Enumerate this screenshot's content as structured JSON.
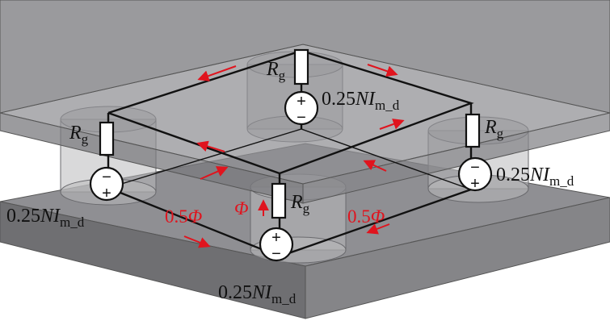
{
  "colors": {
    "plate_top": "#8f8f93",
    "plate_side": "#7d7d80",
    "wire": "#111111",
    "flux_arrow": "#e0141e"
  },
  "gap_resistor": {
    "symbol": "R",
    "sub": "g"
  },
  "source_label": {
    "coef": "0.25",
    "var": "NI",
    "sub": "m_d"
  },
  "flux": {
    "center": "Φ",
    "half_coef": "0.5",
    "half_sym": "Φ"
  },
  "signs": {
    "plus": "+",
    "minus": "−"
  }
}
